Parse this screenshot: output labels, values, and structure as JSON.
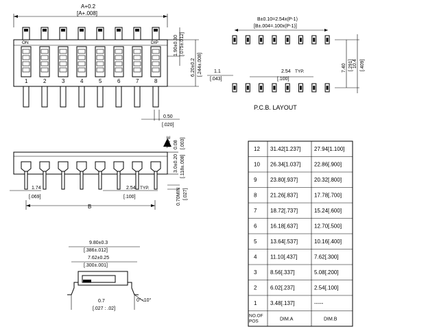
{
  "top_view": {
    "dim_a": "A+0.2",
    "dim_a_in": "[A+.008]",
    "label_on": "ON",
    "label_dip": "DIP",
    "switch_numbers": [
      "1",
      "2",
      "3",
      "4",
      "5",
      "6",
      "7",
      "8"
    ],
    "dim_height": "1.90±0.30",
    "dim_height_in": "[.075±.012]",
    "dim_body": "6.20±0.2",
    "dim_body_in": "[.244±.008]",
    "dim_lead": "0.50",
    "dim_lead_in": "[.020]"
  },
  "pcb_layout": {
    "title": "P.C.B. LAYOUT",
    "dim_b": "B±0.10=2.54x(P-1)",
    "dim_b_in": "[B±.004=.100x(P-1)]",
    "pitch": "2.54",
    "pitch_typ": "TYP.",
    "pitch_in": "[.100]",
    "pad_w": "1.1",
    "pad_w_in": "[.043]",
    "row_gap": "7.40",
    "row_gap_in": "[.291]",
    "row_outer": "10.4",
    "row_outer_in": "[.409]",
    "pad_count_per_row": 8
  },
  "side_view": {
    "tape": "TAPE",
    "tape_dim": "0.08",
    "tape_dim_in": "[.003]",
    "height": "3.0±0.20",
    "height_in": "[.118±.008]",
    "lead_end": "1.74",
    "lead_end_in": "[.069]",
    "pitch": "2.54",
    "pitch_typ": "TYP.",
    "pitch_in": "[.100]",
    "dim_b": "B",
    "standoff": "0.70MIN",
    "standoff_in": "[.027]"
  },
  "end_view": {
    "width_outer": "9.80±0.3",
    "width_outer_in": "[.386±.012]",
    "width_inner": "7.62±0.25",
    "width_inner_in": "[.300±.001]",
    "foot": "0.7",
    "foot_in": "[.027 : .02]",
    "angle": "0°~10°"
  },
  "dim_table": {
    "headers": [
      "NO.OF POS",
      "DIM.A",
      "DIM.B"
    ],
    "rows": [
      {
        "pos": "12",
        "a": "31.42[1.237]",
        "b": "27.94[1.100]"
      },
      {
        "pos": "10",
        "a": "26.34[1.037]",
        "b": "22.86[.900]"
      },
      {
        "pos": "9",
        "a": "23.80[.937]",
        "b": "20.32[.800]"
      },
      {
        "pos": "8",
        "a": "21.26[.837]",
        "b": "17.78[.700]"
      },
      {
        "pos": "7",
        "a": "18.72[.737]",
        "b": "15.24[.600]"
      },
      {
        "pos": "6",
        "a": "16.18[.637]",
        "b": "12.70[.500]"
      },
      {
        "pos": "5",
        "a": "13.64[.537]",
        "b": "10.16[.400]"
      },
      {
        "pos": "4",
        "a": "11.10[.437]",
        "b": "7.62[.300]"
      },
      {
        "pos": "3",
        "a": "8.56[.337]",
        "b": "5.08[.200]"
      },
      {
        "pos": "2",
        "a": "6.02[.237]",
        "b": "2.54[.100]"
      },
      {
        "pos": "1",
        "a": "3.48[.137]",
        "b": "-----"
      }
    ]
  }
}
